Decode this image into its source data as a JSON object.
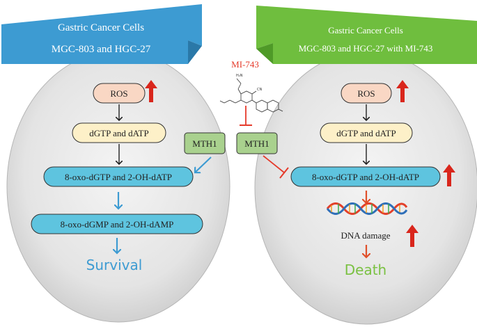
{
  "left_panel": {
    "banner_line1": "Gastric Cancer Cells",
    "banner_line2": "MGC-803 and HGC-27",
    "ros": "ROS",
    "dgtp": "dGTP and dATP",
    "oxo_tp": "8-oxo-dGTP and 2-OH-dATP",
    "oxo_mp": "8-oxo-dGMP and 2-OH-dAMP",
    "outcome": "Survival"
  },
  "right_panel": {
    "banner_line1": "Gastric Cancer Cells",
    "banner_line2": "MGC-803 and HGC-27 with MI-743",
    "ros": "ROS",
    "dgtp": "dGTP and dATP",
    "oxo_tp": "8-oxo-dGTP and 2-OH-dATP",
    "dna_label": "DNA damage",
    "outcome": "Death"
  },
  "center": {
    "inhibitor": "MI-743",
    "mth1_left": "MTH1",
    "mth1_right": "MTH1"
  },
  "colors": {
    "banner_left": "#3d9bd2",
    "banner_right": "#6fbe3e",
    "ros_fill": "#f9d7c4",
    "dgtp_fill": "#fdf0c8",
    "oxo_fill": "#5ec4df",
    "mth1_fill": "#a9d18e",
    "up_arrow": "#d9261c",
    "blue_arrow": "#3d9bd2",
    "red_arrow": "#e0502a",
    "inhibit": "#e53a2a",
    "survival_text": "#3d9bd2",
    "death_text": "#7ac142"
  }
}
